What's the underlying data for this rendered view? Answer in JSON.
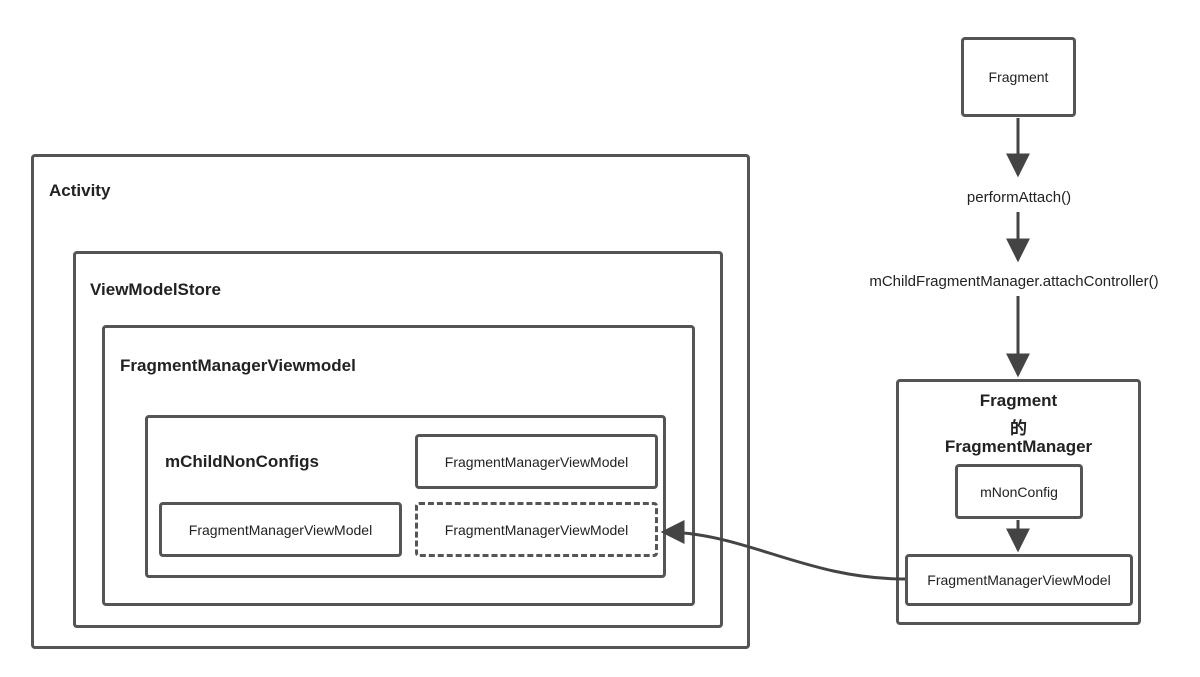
{
  "activity": {
    "title": "Activity"
  },
  "view_model_store": {
    "title": "ViewModelStore"
  },
  "fragment_manager_viewmodel": {
    "title": "FragmentManagerViewmodel"
  },
  "child_non_configs": {
    "title": "mChildNonConfigs",
    "items": [
      "FragmentManagerViewModel",
      "FragmentManagerViewModel",
      "FragmentManagerViewModel"
    ]
  },
  "flow": {
    "fragment": "Fragment",
    "perform_attach": "performAttach()",
    "attach_controller": "mChildFragmentManager.attachController()"
  },
  "fragment_fm": {
    "title_line1": "Fragment",
    "title_line2": "的",
    "title_line3": "FragmentManager",
    "non_config": "mNonConfig",
    "viewmodel": "FragmentManagerViewModel"
  },
  "colors": {
    "stroke": "#555555",
    "arrow": "#444444"
  }
}
